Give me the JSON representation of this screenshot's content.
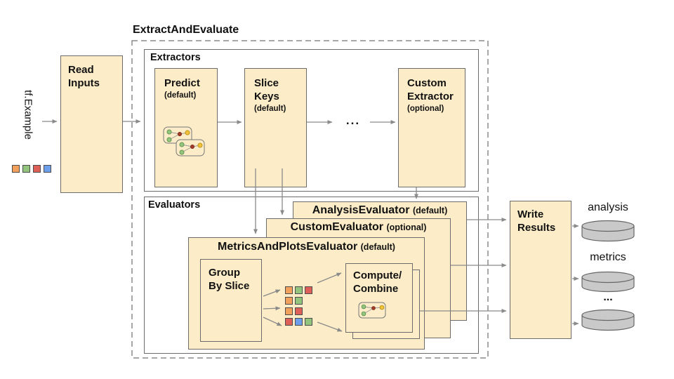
{
  "title": "ExtractAndEvaluate",
  "input_label": "tf.Example",
  "read_inputs": {
    "line1": "Read",
    "line2": "Inputs"
  },
  "extractors": {
    "label": "Extractors",
    "predict": {
      "line1": "Predict",
      "sub": "(default)"
    },
    "slice_keys": {
      "line1": "Slice",
      "line2": "Keys",
      "sub": "(default)"
    },
    "custom": {
      "line1": "Custom",
      "line2": "Extractor",
      "sub": "(optional)"
    },
    "ellipsis": "..."
  },
  "evaluators": {
    "label": "Evaluators",
    "analysis": {
      "name": "AnalysisEvaluator",
      "sub": "(default)"
    },
    "custom": {
      "name": "CustomEvaluator",
      "sub": "(optional)"
    },
    "metrics_plots": {
      "name": "MetricsAndPlotsEvaluator",
      "sub": "(default)"
    },
    "group_by_slice": {
      "line1": "Group",
      "line2": "By Slice"
    },
    "compute_combine": {
      "line1": "Compute/",
      "line2": "Combine"
    }
  },
  "write_results": {
    "line1": "Write",
    "line2": "Results"
  },
  "outputs": {
    "first": "analysis",
    "second": "metrics",
    "more": "..."
  },
  "legend_squares": [
    [
      "orange",
      "green",
      "red",
      "blue"
    ]
  ],
  "slice_square_rows": [
    [
      "orange",
      "green",
      "red"
    ],
    [
      "orange",
      "green"
    ],
    [
      "orange",
      "red"
    ],
    [
      "red",
      "blue",
      "green"
    ]
  ],
  "colors": {
    "box_fill": "#fcedc8",
    "box_border": "#6b6b6b",
    "dashed_border": "#8a8a8a",
    "line": "#8a8a8a",
    "cylinder_fill": "#c9c9c9",
    "cylinder_stroke": "#666666",
    "squares": {
      "orange": "#f2a15c",
      "green": "#93c47d",
      "red": "#dd5f57",
      "blue": "#6d9eeb"
    },
    "node_green": "#93c47d",
    "node_red": "#a23c28",
    "node_yellow": "#f0c23a"
  }
}
